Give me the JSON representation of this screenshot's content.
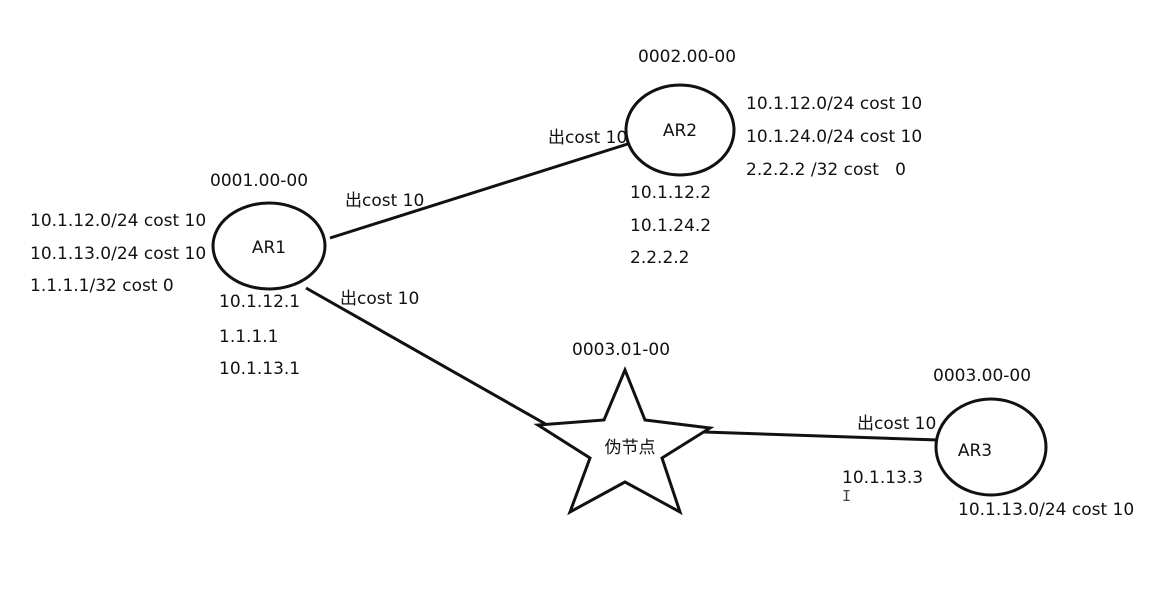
{
  "diagram": {
    "nodes": {
      "ar1": {
        "label": "AR1",
        "system_id": "0001.00-00",
        "routes": [
          "10.1.12.0/24 cost 10",
          "10.1.13.0/24 cost 10",
          "1.1.1.1/32 cost 0"
        ],
        "addresses": [
          "10.1.12.1",
          "1.1.1.1",
          "10.1.13.1"
        ]
      },
      "ar2": {
        "label": "AR2",
        "system_id": "0002.00-00",
        "routes": [
          "10.1.12.0/24 cost 10",
          "10.1.24.0/24 cost 10",
          "2.2.2.2 /32 cost   0"
        ],
        "addresses": [
          "10.1.12.2",
          "10.1.24.2",
          "2.2.2.2"
        ]
      },
      "pseudo": {
        "label": "伪节点",
        "system_id": "0003.01-00"
      },
      "ar3": {
        "label": "AR3",
        "system_id": "0003.00-00",
        "routes": [
          "10.1.13.0/24 cost 10"
        ],
        "addresses": [
          "10.1.13.3"
        ]
      }
    },
    "edges": {
      "ar1_to_ar2_cost": "出cost 10",
      "ar2_to_ar1_cost": "出cost 10",
      "ar1_to_pseudo_cost": "出cost 10",
      "ar3_to_pseudo_cost": "出cost 10"
    },
    "cursor_glyph": "I"
  }
}
